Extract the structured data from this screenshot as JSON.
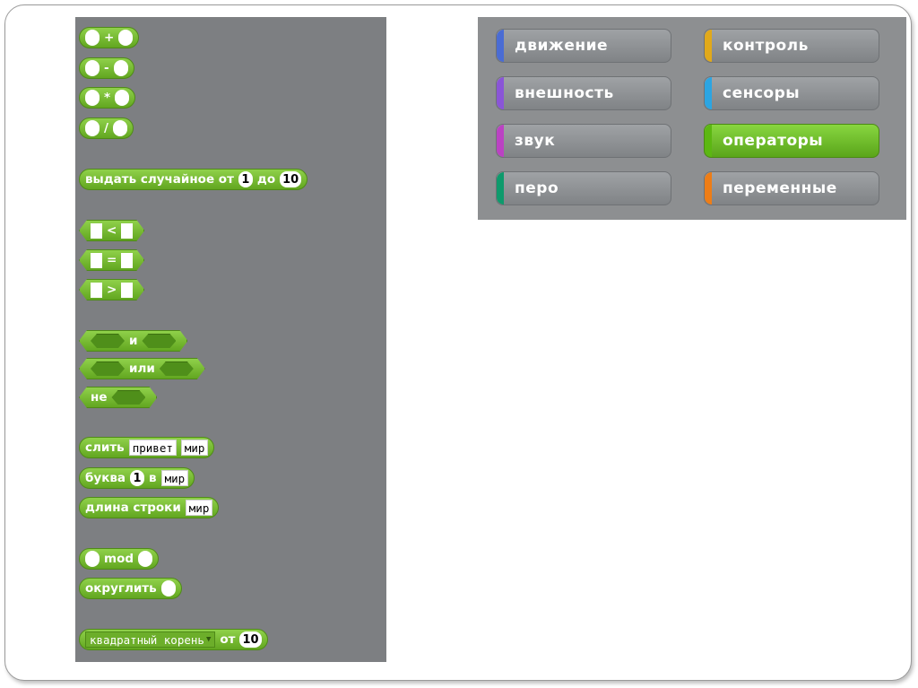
{
  "palette": {
    "blocks": {
      "add": "+",
      "sub": "-",
      "mul": "*",
      "div": "/",
      "random": {
        "label": "выдать случайное от",
        "from": "1",
        "to_label": "до",
        "to": "10"
      },
      "lt": "<",
      "eq": "=",
      "gt": ">",
      "and": "и",
      "or": "или",
      "not": "не",
      "join": {
        "label": "слить",
        "a": "привет",
        "b": "мир"
      },
      "letter": {
        "label": "буква",
        "index": "1",
        "in_label": "в",
        "text": "мир"
      },
      "length": {
        "label": "длина строки",
        "text": "мир"
      },
      "mod": "mod",
      "round": "округлить",
      "sqrt": {
        "func": "квадратный корень",
        "of_label": "от",
        "value": "10"
      }
    },
    "block_color": "#6cb02c"
  },
  "categories": [
    {
      "label": "движение",
      "color": "#4a6cd4"
    },
    {
      "label": "контроль",
      "color": "#e1a91a"
    },
    {
      "label": "внешность",
      "color": "#8a55d7"
    },
    {
      "label": "сенсоры",
      "color": "#2ca5e2"
    },
    {
      "label": "звук",
      "color": "#bb42c3"
    },
    {
      "label": "операторы",
      "color": "#5cb712"
    },
    {
      "label": "перо",
      "color": "#0e9a6c"
    },
    {
      "label": "переменные",
      "color": "#ee7d16"
    }
  ],
  "active_category": "операторы"
}
